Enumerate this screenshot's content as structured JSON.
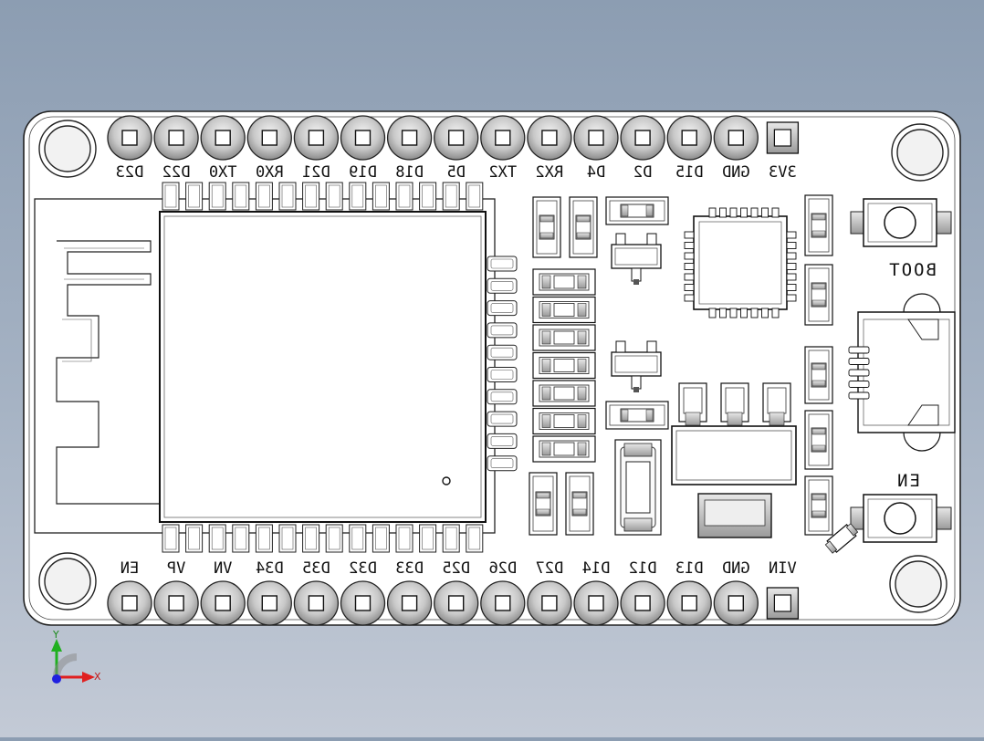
{
  "board": {
    "top_pins": [
      "D23",
      "D22",
      "TX0",
      "RX0",
      "D21",
      "D19",
      "D18",
      "D5",
      "TX2",
      "RX2",
      "D4",
      "D2",
      "D15",
      "GND",
      "3V3"
    ],
    "bottom_pins": [
      "EN",
      "VP",
      "VN",
      "D34",
      "D35",
      "D32",
      "D33",
      "D25",
      "D26",
      "D27",
      "D14",
      "D12",
      "D13",
      "GND",
      "VIN"
    ],
    "buttons": {
      "boot_label": "BOOT",
      "en_label": "EN"
    }
  },
  "triad": {
    "x_label": "X",
    "y_label": "Y"
  },
  "colors": {
    "background_top": "#8c9db2",
    "background_bottom": "#c3cad6",
    "board_fill": "#ffffff",
    "pad_gray": "#b8b8b8",
    "axis_x": "#e02020",
    "axis_y": "#20b020",
    "axis_z": "#2020e0"
  }
}
